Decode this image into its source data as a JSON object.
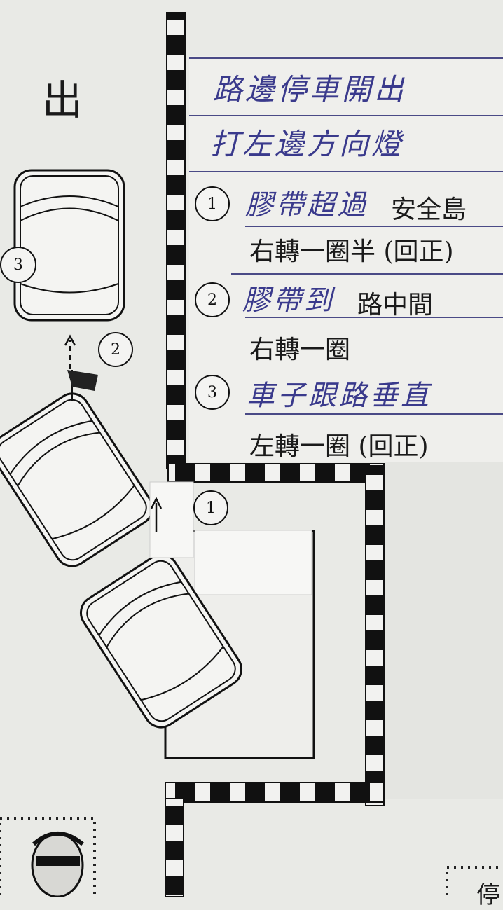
{
  "exit_label": "出",
  "title": {
    "line1": "路邊停車開出",
    "line2": "打左邊方向燈"
  },
  "steps": [
    {
      "number": "1",
      "handwritten": "膠帶超過",
      "printed": "安全島",
      "action": "右轉一圈半 (回正)"
    },
    {
      "number": "2",
      "handwritten": "膠帶到",
      "printed": "路中間",
      "action": "右轉一圈"
    },
    {
      "number": "3",
      "handwritten": "車子跟路垂直",
      "printed": "",
      "action": "左轉一圈 (回正)"
    }
  ],
  "diagram_markers": [
    "1",
    "2",
    "3"
  ],
  "partial_text_bottom_right": "停",
  "colors": {
    "ink": "#3a3a8c",
    "paper": "#efefec",
    "line": "#111111"
  }
}
